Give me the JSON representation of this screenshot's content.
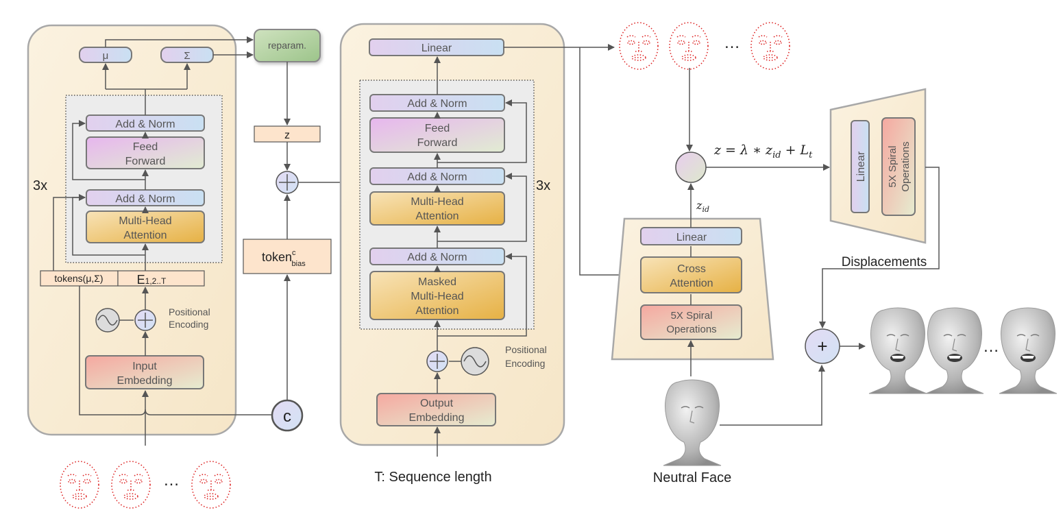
{
  "encoder": {
    "repeat": "3x",
    "mu": "μ",
    "sigma": "Σ",
    "add_norm_top": "Add & Norm",
    "feed_forward": [
      "Feed",
      "Forward"
    ],
    "add_norm_bottom": "Add & Norm",
    "mha": [
      "Multi-Head",
      "Attention"
    ],
    "tokens": "tokens(μ,Σ)",
    "e_main": "E",
    "e_sub": "1,2..T",
    "pos_enc": [
      "Positional",
      "Encoding"
    ],
    "input_embedding": [
      "Input",
      "Embedding"
    ]
  },
  "middle": {
    "reparam": "reparam.",
    "z": "z",
    "token_main": "token",
    "token_sup": "c",
    "token_sub": "bias",
    "c": "c"
  },
  "decoder": {
    "linear": "Linear",
    "add_norm_1": "Add & Norm",
    "feed_forward": [
      "Feed",
      "Forward"
    ],
    "add_norm_2": "Add & Norm",
    "mha": [
      "Multi-Head",
      "Attention"
    ],
    "add_norm_3": "Add & Norm",
    "masked_mha": [
      "Masked",
      "Multi-Head",
      "Attention"
    ],
    "repeat": "3x",
    "pos_enc": [
      "Positional",
      "Encoding"
    ],
    "output_embedding": [
      "Output",
      "Embedding"
    ],
    "seq_label": "T: Sequence length"
  },
  "identity": {
    "formula_z": "z = λ ∗ z",
    "formula_id": "id",
    "formula_rest": " + L",
    "formula_t": "t",
    "zid": "z",
    "zid_sub": "id",
    "linear": "Linear",
    "cross_attention": [
      "Cross",
      "Attention"
    ],
    "spiral": [
      "5X  Spiral",
      "Operations"
    ],
    "neutral_face": "Neutral Face"
  },
  "decoder3d": {
    "linear": "Linear",
    "spiral": [
      "5X Spiral",
      "Operations"
    ],
    "displacements": "Displacements",
    "plus": "+"
  },
  "ellipsis": "…",
  "colors": {
    "module_bg": "#fbf0dc",
    "module_stroke": "#a8a8a8",
    "dotted_bg": "#ececec",
    "landmark_red": "#dd2222",
    "token_fill": "#fde4cc"
  }
}
